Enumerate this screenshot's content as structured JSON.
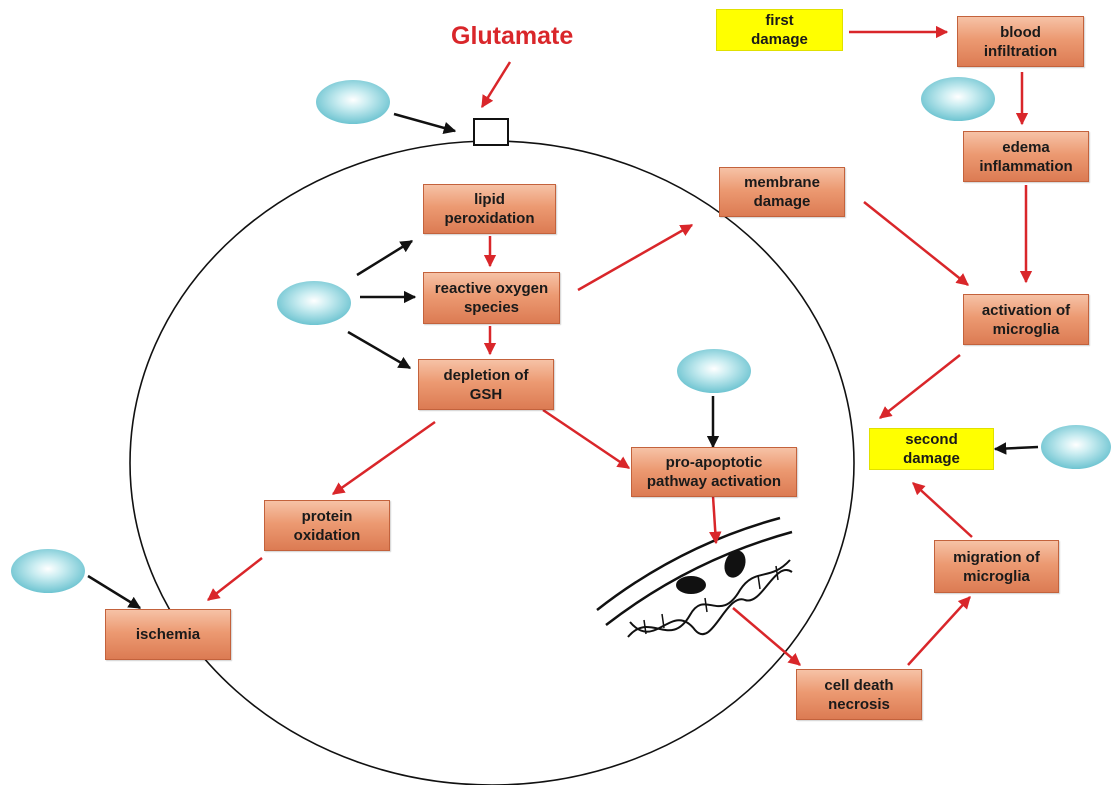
{
  "diagram": {
    "title": "Glutamate",
    "nodes": {
      "lipid_peroxidation": "lipid\nperoxidation",
      "reactive_oxygen_species": "reactive oxygen\nspecies",
      "depletion_of_gsh": "depletion of\nGSH",
      "membrane_damage": "membrane\ndamage",
      "pro_apoptotic": "pro-apoptotic\npathway activation",
      "protein_oxidation": "protein\noxidation",
      "ischemia": "ischemia",
      "cell_death_necrosis": "cell death\nnecrosis",
      "first_damage": "first\ndamage",
      "blood_infiltration": "blood\ninfiltration",
      "edema_inflammation": "edema\ninflammation",
      "activation_of_microglia": "activation of\nmicroglia",
      "second_damage": "second\ndamage",
      "migration_of_microglia": "migration of\nmicroglia"
    },
    "colors": {
      "red_arrow": "#d9262a",
      "black_arrow": "#111111",
      "box_fill": "#ec9a72",
      "box_border": "#c3623c",
      "highlight_fill": "#ffff00",
      "agent_ellipse": "#7fcdd8"
    }
  }
}
